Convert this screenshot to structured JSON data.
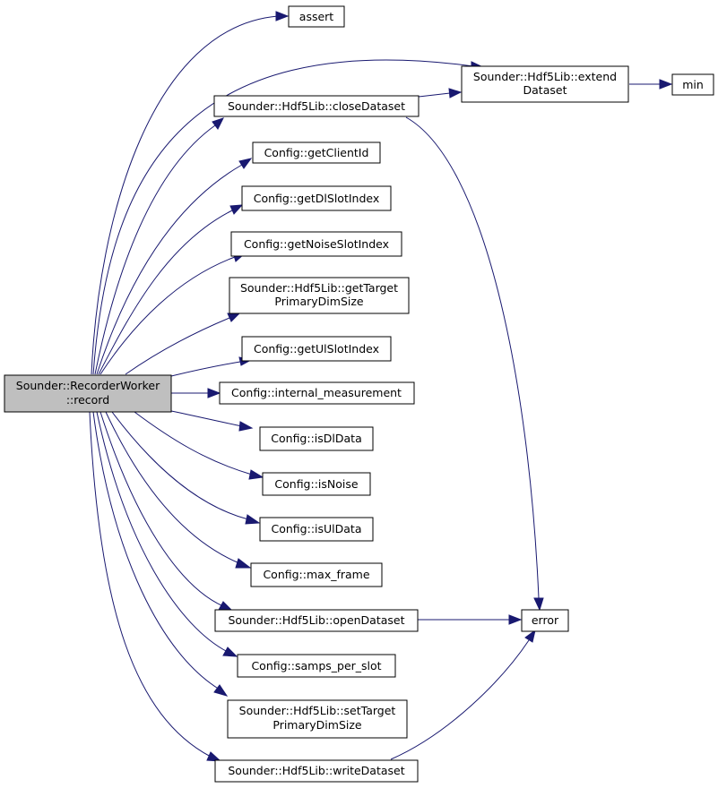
{
  "graph": {
    "root": {
      "line1": "Sounder::RecorderWorker",
      "line2": "::record"
    },
    "nodes": {
      "assert": "assert",
      "extend": {
        "line1": "Sounder::Hdf5Lib::extend",
        "line2": "Dataset"
      },
      "min": "min",
      "closeDataset": "Sounder::Hdf5Lib::closeDataset",
      "getClientId": "Config::getClientId",
      "getDlSlotIndex": "Config::getDlSlotIndex",
      "getNoiseSlotIndex": "Config::getNoiseSlotIndex",
      "getTarget": {
        "line1": "Sounder::Hdf5Lib::getTarget",
        "line2": "PrimaryDimSize"
      },
      "getUlSlotIndex": "Config::getUlSlotIndex",
      "internal_measurement": "Config::internal_measurement",
      "isDlData": "Config::isDlData",
      "isNoise": "Config::isNoise",
      "isUlData": "Config::isUlData",
      "max_frame": "Config::max_frame",
      "openDataset": "Sounder::Hdf5Lib::openDataset",
      "error": "error",
      "samps_per_slot": "Config::samps_per_slot",
      "setTarget": {
        "line1": "Sounder::Hdf5Lib::setTarget",
        "line2": "PrimaryDimSize"
      },
      "writeDataset": "Sounder::Hdf5Lib::writeDataset"
    },
    "edges": [
      [
        "record",
        "assert"
      ],
      [
        "record",
        "extend"
      ],
      [
        "record",
        "closeDataset"
      ],
      [
        "record",
        "getClientId"
      ],
      [
        "record",
        "getDlSlotIndex"
      ],
      [
        "record",
        "getNoiseSlotIndex"
      ],
      [
        "record",
        "getTarget"
      ],
      [
        "record",
        "getUlSlotIndex"
      ],
      [
        "record",
        "internal_measurement"
      ],
      [
        "record",
        "isDlData"
      ],
      [
        "record",
        "isNoise"
      ],
      [
        "record",
        "isUlData"
      ],
      [
        "record",
        "max_frame"
      ],
      [
        "record",
        "openDataset"
      ],
      [
        "record",
        "samps_per_slot"
      ],
      [
        "record",
        "setTarget"
      ],
      [
        "record",
        "writeDataset"
      ],
      [
        "closeDataset",
        "extend"
      ],
      [
        "closeDataset",
        "error"
      ],
      [
        "extend",
        "min"
      ],
      [
        "openDataset",
        "error"
      ],
      [
        "writeDataset",
        "error"
      ]
    ],
    "colors": {
      "edge": "#191970",
      "root_fill": "#bfbfbf",
      "node_fill": "#ffffff",
      "border": "#000000"
    }
  }
}
